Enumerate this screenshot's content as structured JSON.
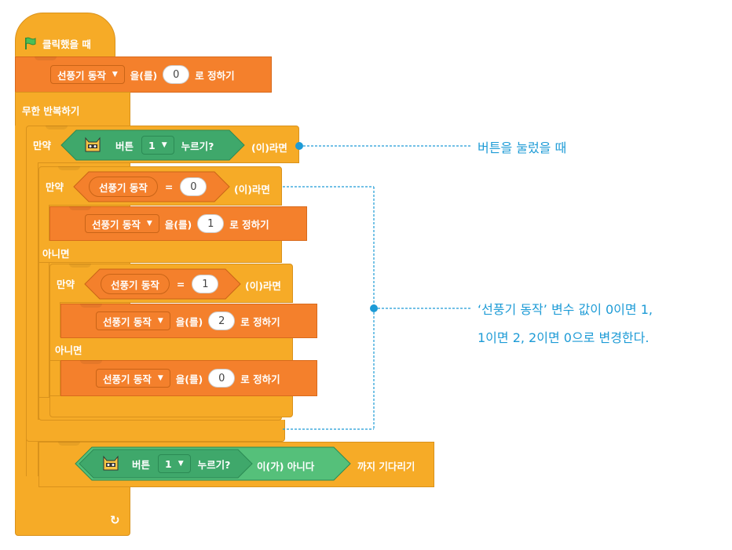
{
  "blocks": {
    "hat_label": "클릭했을 때",
    "set_dropdown": "선풍기 동작",
    "set_particle": "을(를)",
    "set_suffix": "로 정하기",
    "set_values": [
      "0",
      "1",
      "2",
      "0"
    ],
    "forever_label": "무한 반복하기",
    "if_label": "만약",
    "then_label": "(이)라면",
    "else_label": "아니면",
    "button_label": "버튼",
    "button_number": "1",
    "button_pressed": "누르기?",
    "variable_reporter": "선풍기 동작",
    "equals": "=",
    "compare_values": [
      "0",
      "1"
    ],
    "is_not_label": "이(가) 아니다",
    "wait_until_label": "까지 기다리기"
  },
  "annotations": {
    "note1": "버튼을 눌렀을 때",
    "note2_line1": "‘선풍기 동작’ 변수 값이 0이면 1,",
    "note2_line2": "1이면 2, 2이면 0으로 변경한다."
  },
  "colors": {
    "control": "#f6ab27",
    "variable": "#f4802c",
    "sensing": "#3fa86b",
    "annotation": "#1d9bd6"
  },
  "icons": [
    "green-flag-icon",
    "cat-robot-icon",
    "dropdown-arrow-icon",
    "loop-arrow-icon"
  ]
}
